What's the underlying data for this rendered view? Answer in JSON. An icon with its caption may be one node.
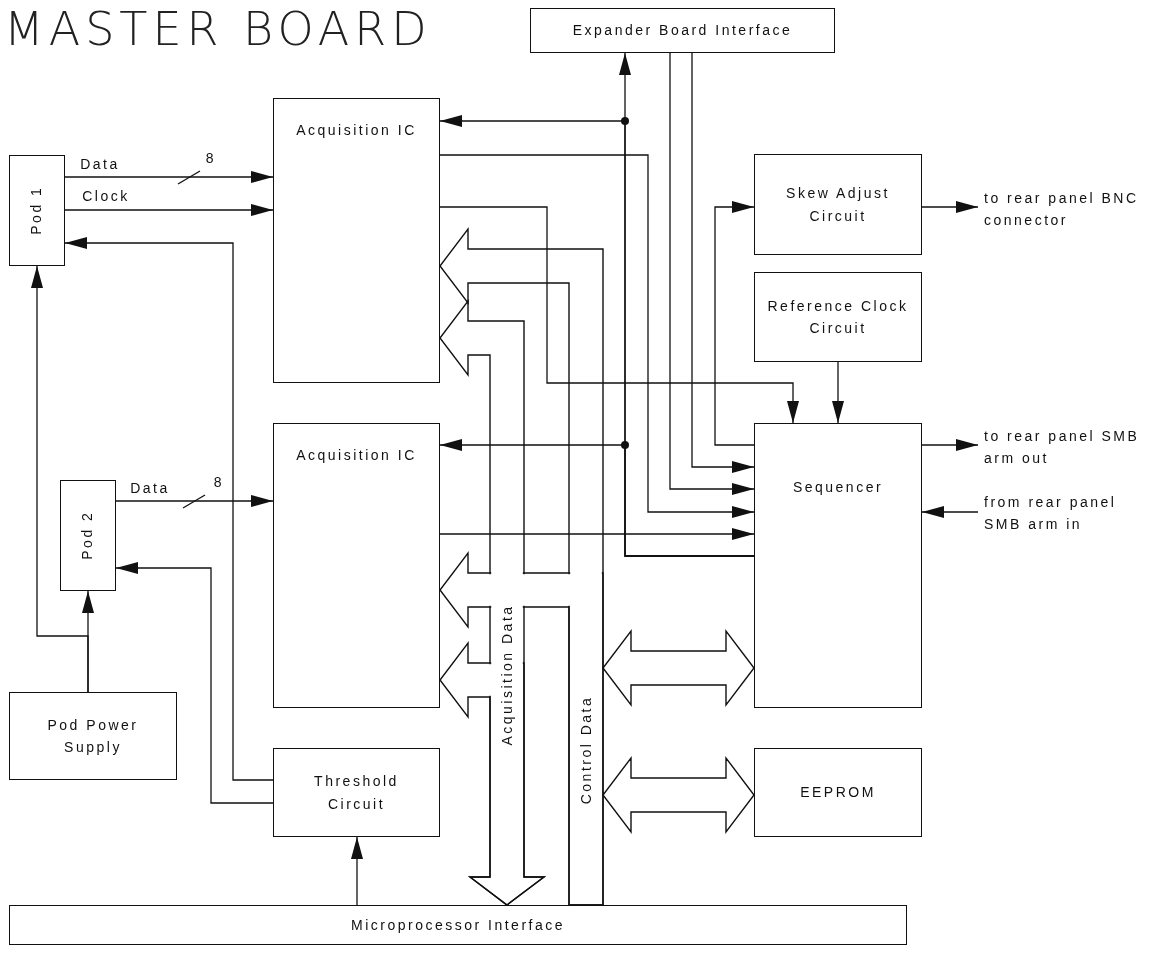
{
  "diagram": {
    "title": "MASTER BOARD",
    "nodes": [
      {
        "text": [
          "Expander Board Interface"
        ]
      },
      {
        "text": [
          "Acquisition IC"
        ]
      },
      {
        "text": [
          "Pod 1"
        ]
      },
      {
        "text": [
          "Skew Adjust Circuit"
        ]
      },
      {
        "text": [
          "to rear panel BNC connector"
        ]
      },
      {
        "text": [
          "Reference Clock Circuit"
        ]
      },
      {
        "text": [
          "Acquisition IC"
        ]
      },
      {
        "text": [
          "Pod 2"
        ]
      },
      {
        "text": [
          "Sequencer"
        ]
      },
      {
        "text": [
          "to rear panel SMB arm out"
        ]
      },
      {
        "text": [
          "from rear panel SMB arm in"
        ]
      },
      {
        "text": [
          "Pod Power Supply"
        ]
      },
      {
        "text": [
          "Threshold Circuit"
        ]
      },
      {
        "text": [
          "EEPROM"
        ]
      },
      {
        "text": [
          "Microprocessor Interface"
        ]
      }
    ],
    "edges": [
      {
        "from": 2,
        "to": 1,
        "arrow": "to",
        "label": "Data"
      },
      {
        "from": 2,
        "to": 1,
        "arrow": "to",
        "label": "Clock"
      },
      {
        "from": 12,
        "to": 2,
        "arrow": "to"
      },
      {
        "from": 12,
        "to": 7,
        "arrow": "to"
      },
      {
        "from": 11,
        "to": 7,
        "arrow": "to"
      },
      {
        "from": 11,
        "to": 2,
        "arrow": "to"
      },
      {
        "from": 7,
        "to": 6,
        "arrow": "to",
        "label": "Data"
      },
      {
        "from": 14,
        "to": 12,
        "arrow": "to"
      },
      {
        "from": 8,
        "to": 0,
        "arrow": "to"
      },
      {
        "from": 8,
        "to": 1,
        "arrow": "to"
      },
      {
        "from": 8,
        "to": 6,
        "arrow": "to"
      },
      {
        "from": 8,
        "to": 3,
        "arrow": "to"
      },
      {
        "from": 0,
        "to": 8,
        "arrow": "to"
      },
      {
        "from": 0,
        "to": 8,
        "arrow": "to"
      },
      {
        "from": 1,
        "to": 8,
        "arrow": "to"
      },
      {
        "from": 6,
        "to": 8,
        "arrow": "to"
      },
      {
        "from": 1,
        "to": 8,
        "arrow": "to"
      },
      {
        "from": 5,
        "to": 8,
        "arrow": "to"
      },
      {
        "from": 3,
        "to": 4,
        "arrow": "to"
      },
      {
        "from": 8,
        "to": 9,
        "arrow": "to"
      },
      {
        "from": 10,
        "to": 8,
        "arrow": "to"
      },
      {
        "from": 14,
        "to": 1,
        "arrow": "to",
        "style": "thick"
      },
      {
        "from": 14,
        "to": 6,
        "arrow": "to",
        "style": "thick"
      },
      {
        "from": 1,
        "to": 14,
        "arrow": "both",
        "style": "thick",
        "label": "Acquisition Data"
      },
      {
        "from": 6,
        "to": 14,
        "arrow": "both",
        "style": "thick"
      },
      {
        "from": null,
        "to": 8,
        "arrow": "both",
        "style": "thick"
      },
      {
        "from": null,
        "to": 13,
        "arrow": "both",
        "style": "thick"
      }
    ],
    "labels": [
      "8",
      "8",
      "Control Data"
    ]
  }
}
